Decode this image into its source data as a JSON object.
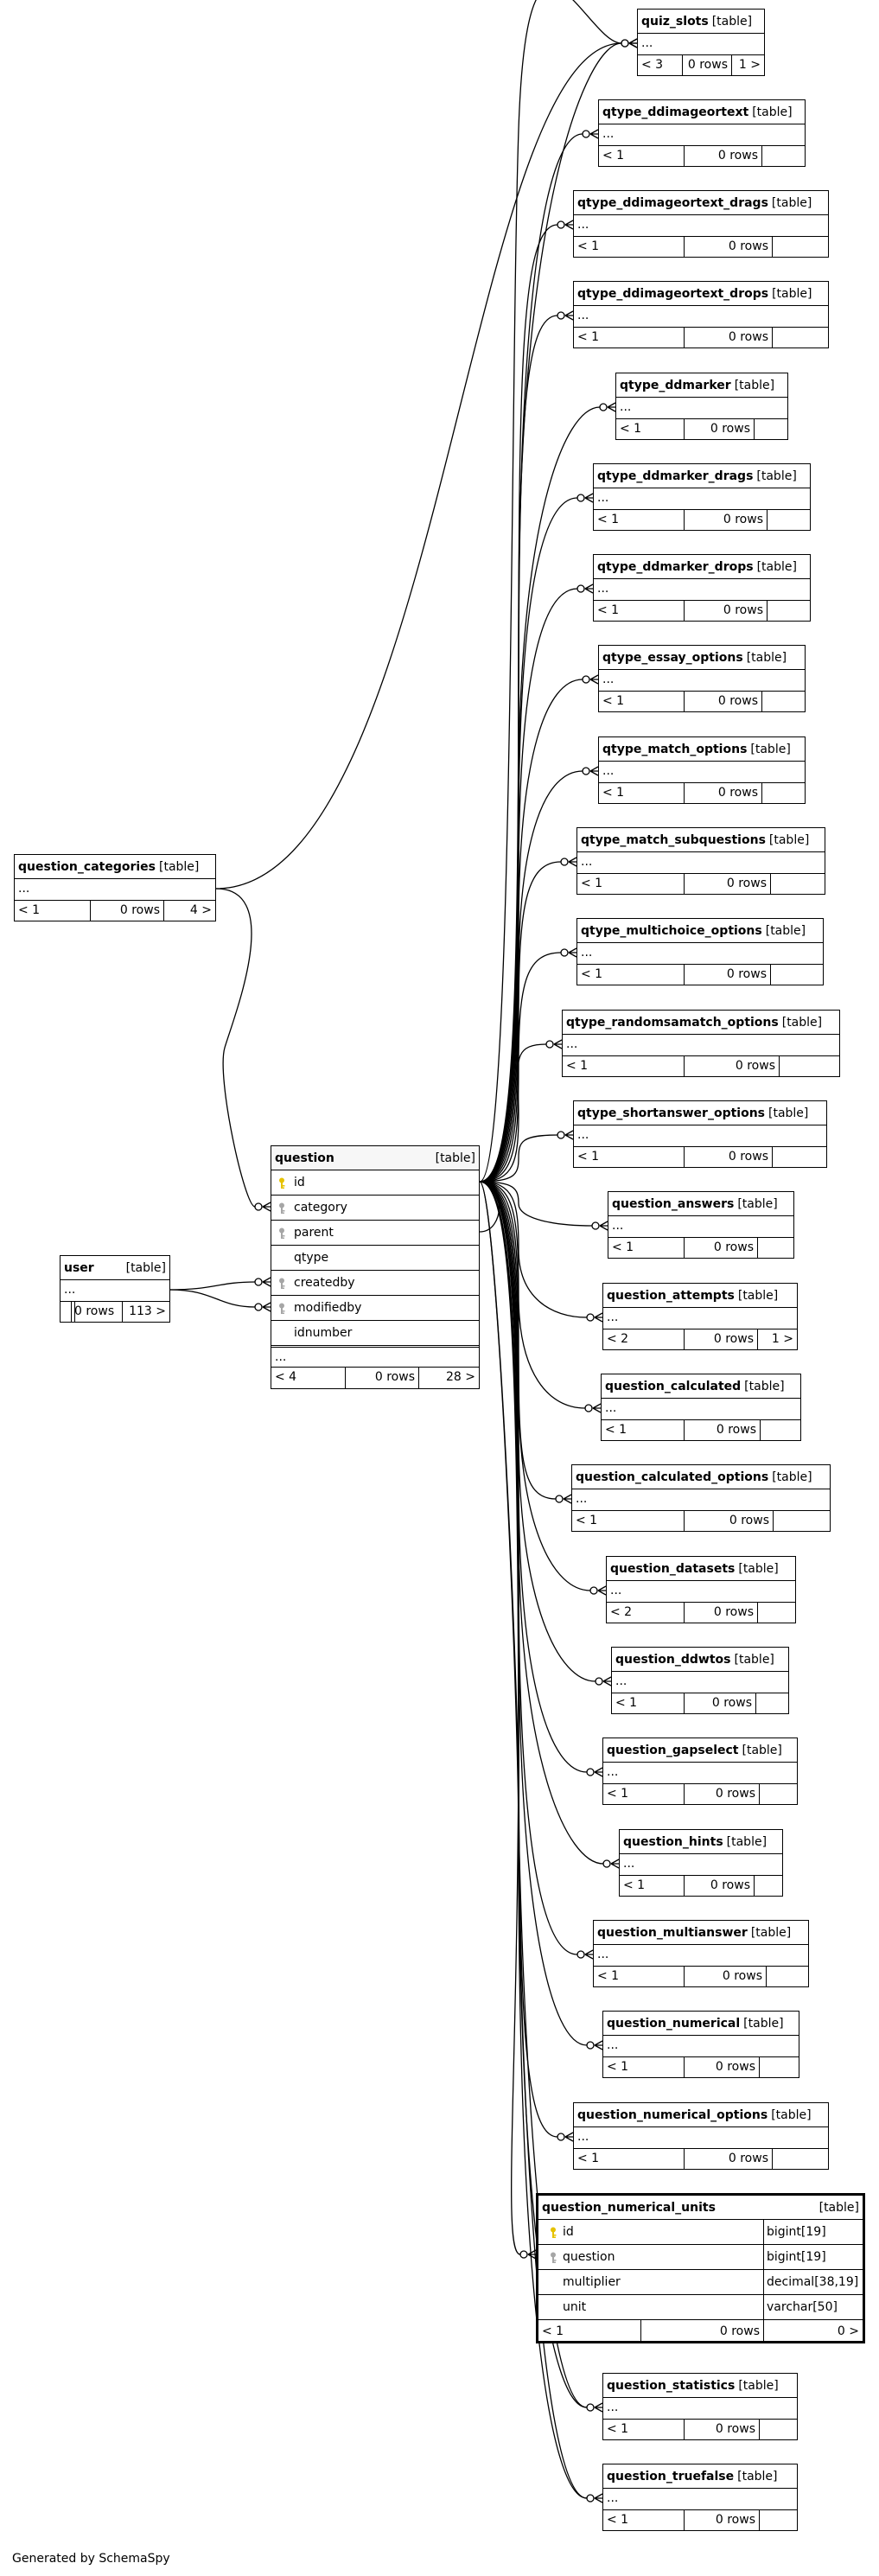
{
  "footer": "Generated by SchemaSpy",
  "tag": "[table]",
  "ellipsis": "...",
  "tables": [
    {
      "id": "quiz_slots",
      "name": "quiz_slots",
      "stats": {
        "parents": "< 3",
        "rows": "0 rows",
        "children": "1 >"
      }
    },
    {
      "id": "qtype_ddimageortext",
      "name": "qtype_ddimageortext",
      "stats": {
        "parents": "< 1",
        "rows": "0 rows",
        "children": ""
      }
    },
    {
      "id": "qtype_ddimageortext_drags",
      "name": "qtype_ddimageortext_drags",
      "stats": {
        "parents": "< 1",
        "rows": "0 rows",
        "children": ""
      }
    },
    {
      "id": "qtype_ddimageortext_drops",
      "name": "qtype_ddimageortext_drops",
      "stats": {
        "parents": "< 1",
        "rows": "0 rows",
        "children": ""
      }
    },
    {
      "id": "qtype_ddmarker",
      "name": "qtype_ddmarker",
      "stats": {
        "parents": "< 1",
        "rows": "0 rows",
        "children": ""
      }
    },
    {
      "id": "qtype_ddmarker_drags",
      "name": "qtype_ddmarker_drags",
      "stats": {
        "parents": "< 1",
        "rows": "0 rows",
        "children": ""
      }
    },
    {
      "id": "qtype_ddmarker_drops",
      "name": "qtype_ddmarker_drops",
      "stats": {
        "parents": "< 1",
        "rows": "0 rows",
        "children": ""
      }
    },
    {
      "id": "qtype_essay_options",
      "name": "qtype_essay_options",
      "stats": {
        "parents": "< 1",
        "rows": "0 rows",
        "children": ""
      }
    },
    {
      "id": "qtype_match_options",
      "name": "qtype_match_options",
      "stats": {
        "parents": "< 1",
        "rows": "0 rows",
        "children": ""
      }
    },
    {
      "id": "qtype_match_subquestions",
      "name": "qtype_match_subquestions",
      "stats": {
        "parents": "< 1",
        "rows": "0 rows",
        "children": ""
      }
    },
    {
      "id": "qtype_multichoice_options",
      "name": "qtype_multichoice_options",
      "stats": {
        "parents": "< 1",
        "rows": "0 rows",
        "children": ""
      }
    },
    {
      "id": "qtype_randomsamatch_options",
      "name": "qtype_randomsamatch_options",
      "stats": {
        "parents": "< 1",
        "rows": "0 rows",
        "children": ""
      }
    },
    {
      "id": "qtype_shortanswer_options",
      "name": "qtype_shortanswer_options",
      "stats": {
        "parents": "< 1",
        "rows": "0 rows",
        "children": ""
      }
    },
    {
      "id": "question_answers",
      "name": "question_answers",
      "stats": {
        "parents": "< 1",
        "rows": "0 rows",
        "children": ""
      }
    },
    {
      "id": "question_attempts",
      "name": "question_attempts",
      "stats": {
        "parents": "< 2",
        "rows": "0 rows",
        "children": "1 >"
      }
    },
    {
      "id": "question_calculated",
      "name": "question_calculated",
      "stats": {
        "parents": "< 1",
        "rows": "0 rows",
        "children": ""
      }
    },
    {
      "id": "question_calculated_options",
      "name": "question_calculated_options",
      "stats": {
        "parents": "< 1",
        "rows": "0 rows",
        "children": ""
      }
    },
    {
      "id": "question_datasets",
      "name": "question_datasets",
      "stats": {
        "parents": "< 2",
        "rows": "0 rows",
        "children": ""
      }
    },
    {
      "id": "question_ddwtos",
      "name": "question_ddwtos",
      "stats": {
        "parents": "< 1",
        "rows": "0 rows",
        "children": ""
      }
    },
    {
      "id": "question_gapselect",
      "name": "question_gapselect",
      "stats": {
        "parents": "< 1",
        "rows": "0 rows",
        "children": ""
      }
    },
    {
      "id": "question_hints",
      "name": "question_hints",
      "stats": {
        "parents": "< 1",
        "rows": "0 rows",
        "children": ""
      }
    },
    {
      "id": "question_multianswer",
      "name": "question_multianswer",
      "stats": {
        "parents": "< 1",
        "rows": "0 rows",
        "children": ""
      }
    },
    {
      "id": "question_numerical",
      "name": "question_numerical",
      "stats": {
        "parents": "< 1",
        "rows": "0 rows",
        "children": ""
      }
    },
    {
      "id": "question_numerical_options",
      "name": "question_numerical_options",
      "stats": {
        "parents": "< 1",
        "rows": "0 rows",
        "children": ""
      }
    },
    {
      "id": "question_statistics",
      "name": "question_statistics",
      "stats": {
        "parents": "< 1",
        "rows": "0 rows",
        "children": ""
      }
    },
    {
      "id": "question_truefalse",
      "name": "question_truefalse",
      "stats": {
        "parents": "< 1",
        "rows": "0 rows",
        "children": ""
      }
    },
    {
      "id": "question_categories",
      "name": "question_categories",
      "stats": {
        "parents": "< 1",
        "rows": "0 rows",
        "children": "4 >"
      }
    },
    {
      "id": "user",
      "name": "user",
      "stats": {
        "parents": "",
        "rows": "0 rows",
        "children": "113 >"
      }
    }
  ],
  "question": {
    "name": "question",
    "columns": [
      {
        "name": "id",
        "key": "primary"
      },
      {
        "name": "category",
        "key": "foreign"
      },
      {
        "name": "parent",
        "key": "foreign"
      },
      {
        "name": "qtype",
        "key": ""
      },
      {
        "name": "createdby",
        "key": "foreign"
      },
      {
        "name": "modifiedby",
        "key": "foreign"
      },
      {
        "name": "idnumber",
        "key": ""
      }
    ],
    "stats": {
      "parents": "< 4",
      "rows": "0 rows",
      "children": "28 >"
    }
  },
  "focus": {
    "name": "question_numerical_units",
    "columns": [
      {
        "name": "id",
        "type": "bigint[19]",
        "key": "primary"
      },
      {
        "name": "question",
        "type": "bigint[19]",
        "key": "foreign"
      },
      {
        "name": "multiplier",
        "type": "decimal[38,19]",
        "key": ""
      },
      {
        "name": "unit",
        "type": "varchar[50]",
        "key": ""
      }
    ],
    "stats": {
      "parents": "< 1",
      "rows": "0 rows",
      "children": "0 >"
    }
  },
  "colors": {
    "line": "#000000",
    "primary_key": "#e6c200",
    "foreign_key": "#a6a6a6",
    "header_bg": "#f7f7f7"
  }
}
